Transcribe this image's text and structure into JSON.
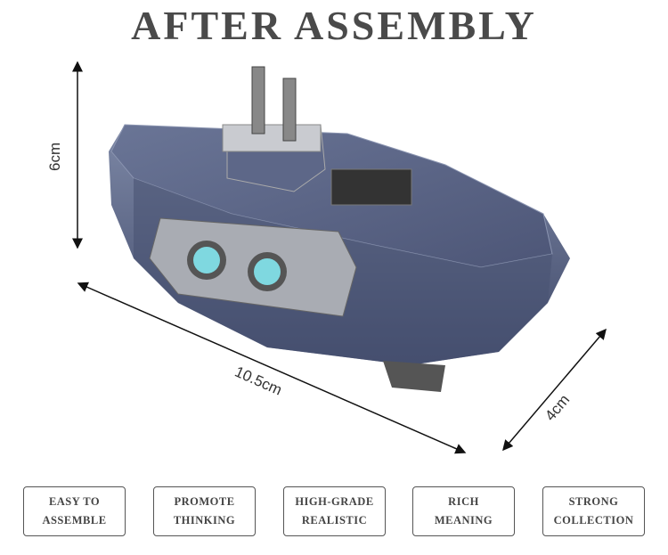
{
  "title": "AFTER ASSEMBLY",
  "dimensions": {
    "height": "6cm",
    "length": "10.5cm",
    "width": "4cm"
  },
  "features": [
    {
      "line1": "EASY TO",
      "line2": "ASSEMBLE"
    },
    {
      "line1": "PROMOTE",
      "line2": "THINKING"
    },
    {
      "line1": "HIGH-GRADE",
      "line2": "REALISTIC"
    },
    {
      "line1": "RICH",
      "line2": "MEANING"
    },
    {
      "line1": "STRONG",
      "line2": "COLLECTION"
    }
  ],
  "colors": {
    "hull": "#5a6685",
    "porthole": "#7fd8e0",
    "text": "#4a4a4a"
  }
}
